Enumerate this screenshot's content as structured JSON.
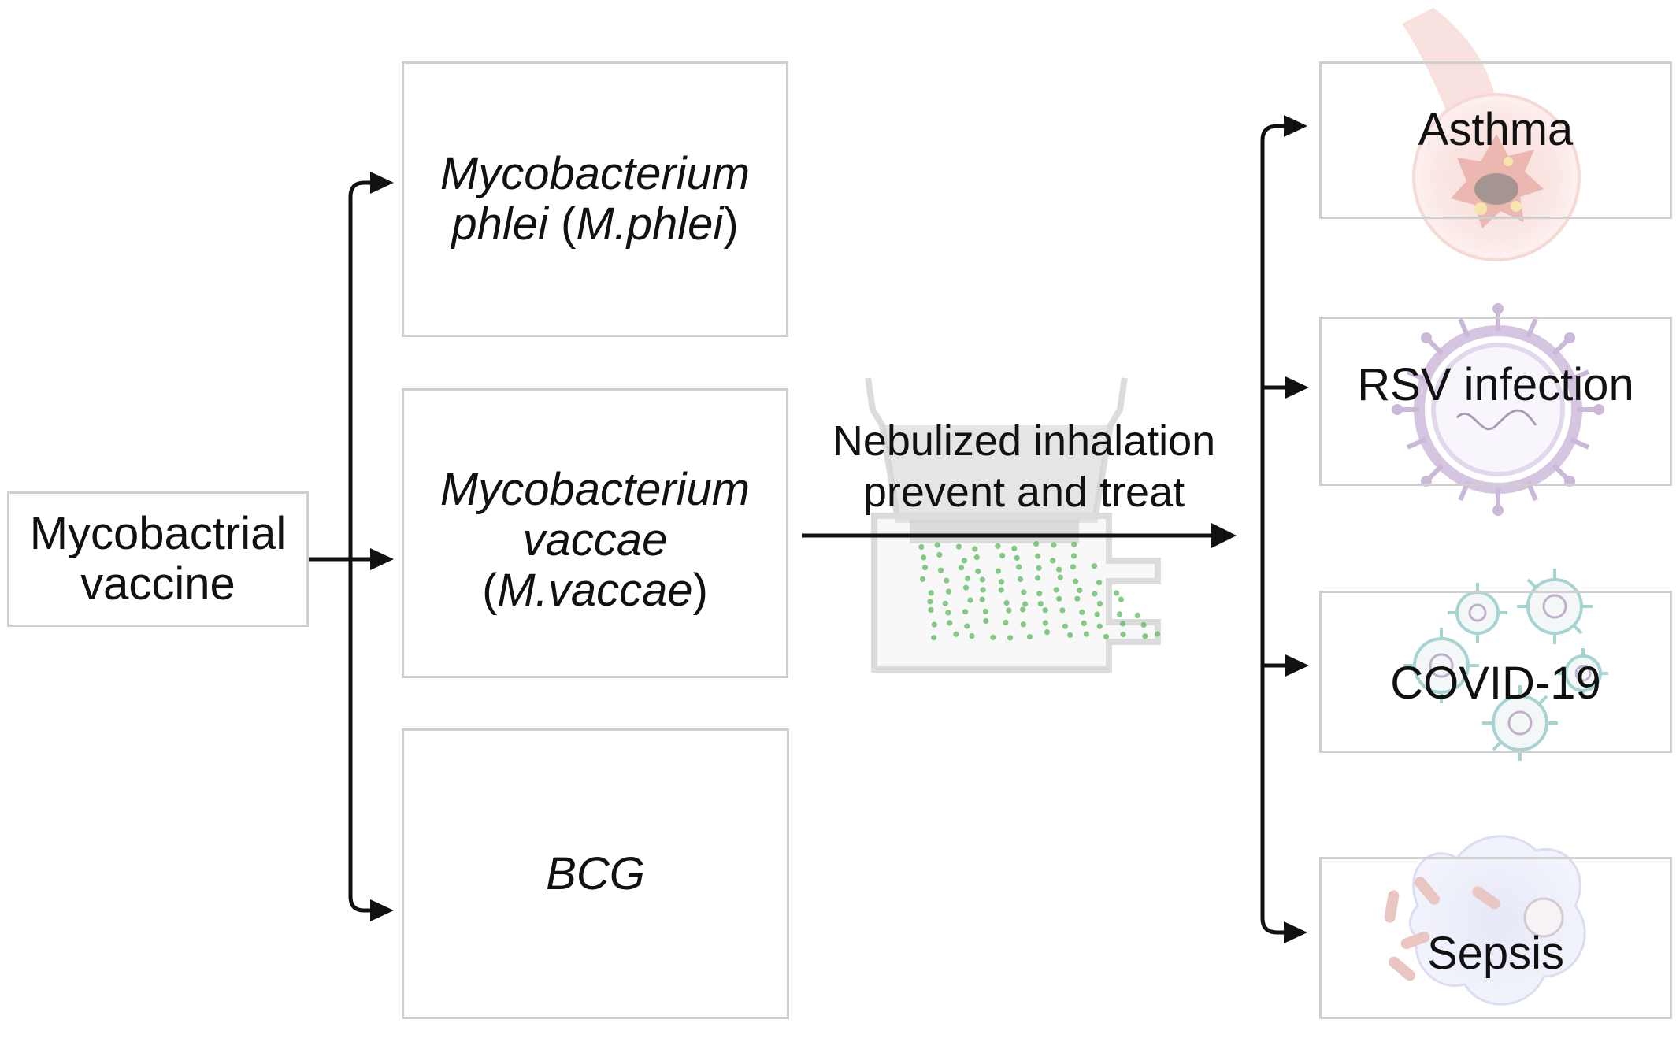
{
  "source": {
    "line1": "Mycobactrial",
    "line2": "vaccine"
  },
  "vaccines": {
    "phlei": {
      "italic_a": "Mycobacterium",
      "italic_b": "phlei",
      "plain_open": " (",
      "italic_c": "M.phlei",
      "plain_close": ")"
    },
    "vaccae": {
      "italic_a": "Mycobacterium",
      "italic_b": "vaccae",
      "plain_open": " (",
      "italic_c": "M.vaccae",
      "plain_close": ")"
    },
    "bcg": {
      "label": "BCG"
    }
  },
  "route": {
    "line1": "Nebulized inhalation",
    "line2": "prevent and treat"
  },
  "diseases": {
    "asthma": "Asthma",
    "rsv": "RSV infection",
    "covid": "COVID-19",
    "sepsis": "Sepsis"
  },
  "colors": {
    "box_border": "#cfcfcf",
    "arrow": "#111111",
    "droplet": "#5cb85c",
    "airway": "#e8a6a0",
    "rsv_virus": "#b9a2cc",
    "covid_virus": "#7fc3bf",
    "sepsis_cell": "#b9bde6"
  },
  "icons": [
    "nebulizer-icon",
    "airway-icon",
    "rsv-virus-icon",
    "coronavirus-icon",
    "bacteria-cell-icon"
  ]
}
